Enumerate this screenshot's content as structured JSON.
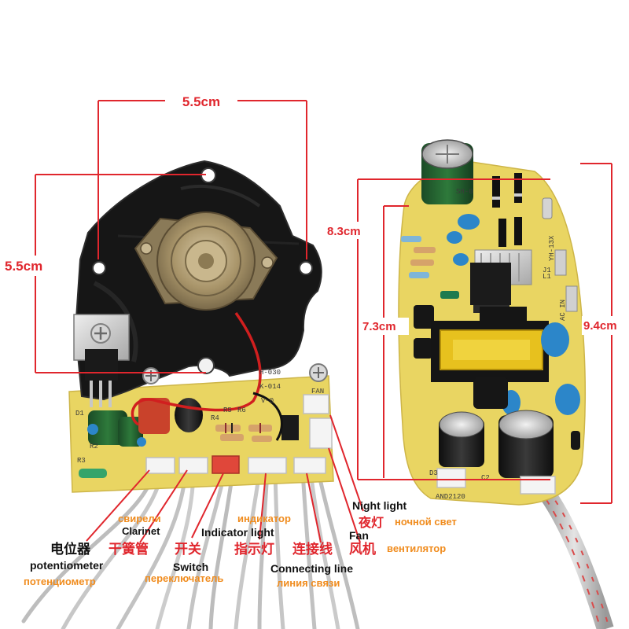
{
  "dimensions": {
    "left_width": "5.5cm",
    "left_height": "5.5cm",
    "right_width": "8.3cm",
    "right_inner": "7.3cm",
    "right_height": "9.4cm"
  },
  "silkscreen": {
    "left_model_1": "H-030",
    "left_model_2": "K-014",
    "left_model_3": "V-0",
    "left_fan": "FAN",
    "left_r4": "R4",
    "left_r5": "R5",
    "left_r6": "R6",
    "left_r2": "R2",
    "left_r3": "R3",
    "left_d1": "D1",
    "right_model": "SH-0",
    "right_c2": "C2",
    "right_d3": "D3",
    "right_and": "AND2120",
    "right_ac": "AC IN",
    "right_l1": "L1",
    "right_yh": "YH-13X",
    "right_j1": "J1"
  },
  "labels": {
    "night_light_en": "Night light",
    "night_light_cn": "夜灯",
    "night_light_ru": "ночной свет",
    "clarinet_ru": "свирели",
    "clarinet_en": "Clarinet",
    "indicator_ru": "индикатор",
    "indicator_en": "Indicator light",
    "potentiometer_cn": "电位器",
    "reed_cn": "干簧管",
    "switch_cn": "开关",
    "indicator_cn": "指示灯",
    "connecting_cn": "连接线",
    "fan_cn": "风机",
    "fan_en": "Fan",
    "fan_ru": "вентилятор",
    "potentiometer_en": "potentiometer",
    "switch_en": "Switch",
    "connecting_en": "Connecting line",
    "potentiometer_ru": "потенциометр",
    "switch_ru": "переключатель",
    "connecting_ru": "линия связи"
  },
  "colors": {
    "dimension_line": "#e0262d",
    "label_black": "#111111",
    "label_red": "#e0262d",
    "label_orange": "#f08c1e",
    "pcb_yellow": "#e9d562",
    "plate_black": "#161616"
  }
}
